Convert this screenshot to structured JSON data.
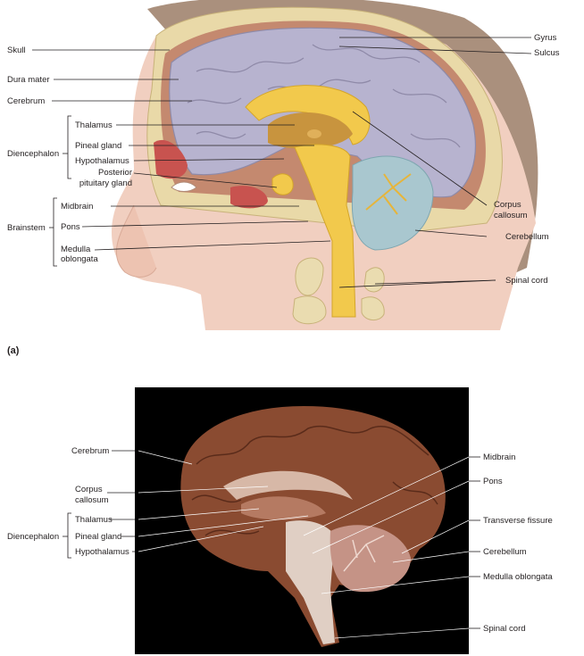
{
  "panel_a": {
    "tag": "(a)",
    "labels": {
      "skull": "Skull",
      "dura_mater": "Dura mater",
      "cerebrum": "Cerebrum",
      "diencephalon": "Diencephalon",
      "thalamus": "Thalamus",
      "pineal_gland": "Pineal gland",
      "hypothalamus": "Hypothalamus",
      "posterior_pituitary_1": "Posterior",
      "posterior_pituitary_2": "pituitary gland",
      "brainstem": "Brainstem",
      "midbrain": "Midbrain",
      "pons": "Pons",
      "medulla_1": "Medulla",
      "medulla_2": "oblongata",
      "gyrus": "Gyrus",
      "sulcus": "Sulcus",
      "corpus_callosum_1": "Corpus",
      "corpus_callosum_2": "callosum",
      "cerebellum": "Cerebellum",
      "spinal_cord": "Spinal cord"
    }
  },
  "panel_b": {
    "labels": {
      "cerebrum": "Cerebrum",
      "corpus_callosum_1": "Corpus",
      "corpus_callosum_2": "callosum",
      "diencephalon": "Diencephalon",
      "thalamus": "Thalamus",
      "pineal_gland": "Pineal gland",
      "hypothalamus": "Hypothalamus",
      "midbrain": "Midbrain",
      "pons": "Pons",
      "transverse_fissure": "Transverse fissure",
      "cerebellum": "Cerebellum",
      "medulla_oblongata": "Medulla oblongata",
      "spinal_cord": "Spinal cord"
    }
  }
}
